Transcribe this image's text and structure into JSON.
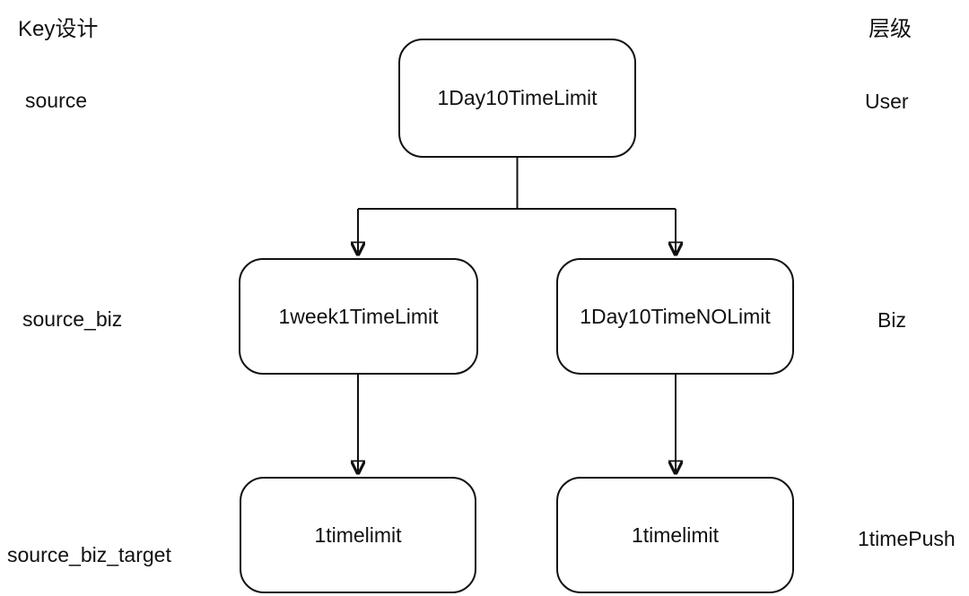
{
  "headers": {
    "left": "Key设计",
    "right": "层级"
  },
  "rows": [
    {
      "key": "source",
      "level": "User"
    },
    {
      "key": "source_biz",
      "level": "Biz"
    },
    {
      "key": "source_biz_target",
      "level": "1timePush"
    }
  ],
  "nodes": {
    "root": "1Day10TimeLimit",
    "mid_left": "1week1TimeLimit",
    "mid_right": "1Day10TimeNOLimit",
    "bottom_left": "1timelimit",
    "bottom_right": "1timelimit"
  },
  "colors": {
    "line": "#111111",
    "text": "#111111",
    "background": "#ffffff",
    "node_fill": "#ffffff"
  }
}
